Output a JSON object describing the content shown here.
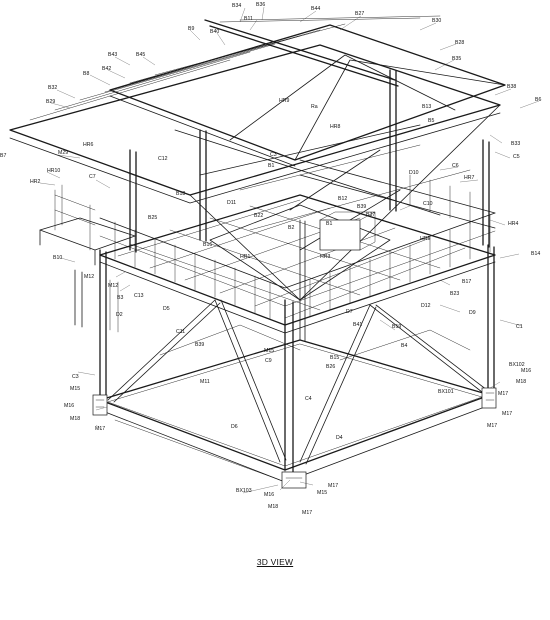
{
  "view_title": "3D VIEW",
  "labels": {
    "b34": "B34",
    "b36": "B36",
    "b44": "B44",
    "b11": "B11",
    "b27": "B27",
    "b30": "B30",
    "b40": "B40",
    "b9": "B9",
    "b28": "B28",
    "b43": "B43",
    "b45": "B45",
    "b35": "B35",
    "b42": "B42",
    "b8": "B8",
    "b32": "B32",
    "b29": "B29",
    "b7": "B7",
    "b38": "B38",
    "b6": "B6",
    "hr9": "HR9",
    "ra": "Ra",
    "b13": "B13",
    "b5": "B5",
    "b33": "B33",
    "hr6": "HR6",
    "m29": "M29",
    "hr8": "HR8",
    "c5": "C5",
    "c12": "C12",
    "c3": "C3",
    "b1": "B1",
    "c6": "C6",
    "c7": "C7",
    "hr10": "HR10",
    "hr7": "HR7",
    "hr2": "HR2",
    "d10": "D10",
    "b18": "B18",
    "b12": "B12",
    "b39": "B39",
    "c10": "C10",
    "d11": "D11",
    "b37": "B37",
    "b25": "B25",
    "b22": "B22",
    "b2": "B2",
    "b1b": "B1",
    "hr4": "HR4",
    "hr3": "HR3",
    "b16": "B16",
    "hr1": "HR1",
    "hr5": "HR5",
    "b10": "B10",
    "b14": "B14",
    "m12": "M12",
    "b17": "B17",
    "m12b": "M12",
    "b3": "B3",
    "c13": "C13",
    "b23": "B23",
    "d12": "D12",
    "d5": "D5",
    "d2": "D2",
    "d7": "D7",
    "d9": "D9",
    "c1": "C1",
    "b41": "B41",
    "c11": "C11",
    "b19": "B19",
    "b39b": "B39",
    "b4": "B4",
    "b15": "B15",
    "m15": "M15",
    "c9": "C9",
    "b26": "B26",
    "m11": "M11",
    "c3b": "C3",
    "bx102": "BX102",
    "m16": "M16",
    "m18": "M18",
    "bx101": "BX101",
    "m15b": "M15",
    "m16b": "M16",
    "m18b": "M18",
    "m17": "M17",
    "c4": "C4",
    "m17b": "M17",
    "m17c": "M17",
    "d6": "D6",
    "d4": "D4",
    "m17d": "M17",
    "bx103": "BX103",
    "m16c": "M16",
    "m15c": "M15",
    "m18c": "M18",
    "m17e": "M17"
  }
}
